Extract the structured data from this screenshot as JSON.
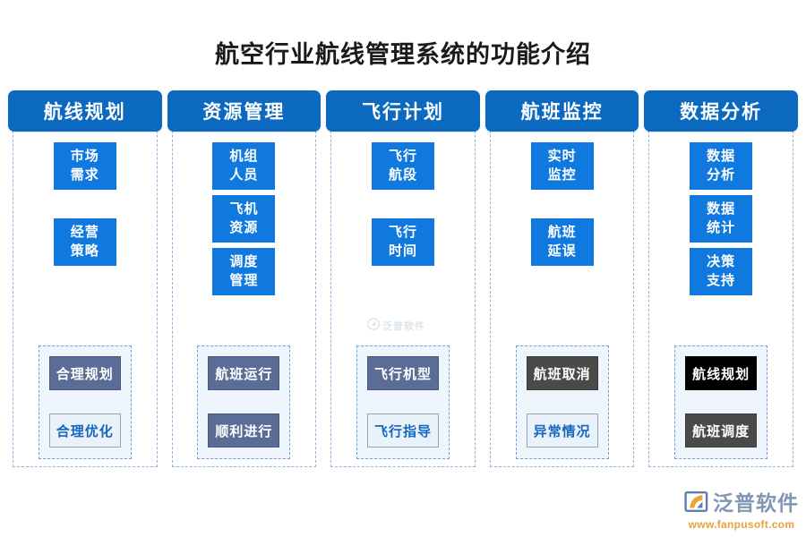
{
  "page": {
    "title": "航空行业航线管理系统的功能介绍"
  },
  "colors": {
    "header_blue": "#0b6ac0",
    "primary_blue": "#1079df",
    "slate": "#5a6d96",
    "dark_gray": "#4a4a4a",
    "black": "#000000",
    "light_box_fill": "#e9f1f9",
    "light_box_text": "#1566bf",
    "panel_fill": "#eef5fc",
    "dashed_border": "#8fb4dd",
    "brand_text": "#7f96b4",
    "brand_url": "#e8a23c"
  },
  "columns": [
    {
      "header": "航线规划",
      "boxes": [
        {
          "line1": "市场",
          "line2": "需求"
        },
        {
          "line1": "经营",
          "line2": "策略"
        }
      ],
      "subitems": [
        {
          "label": "合理规划",
          "style": "slate"
        },
        {
          "label": "合理优化",
          "style": "light"
        }
      ]
    },
    {
      "header": "资源管理",
      "boxes": [
        {
          "line1": "机组",
          "line2": "人员"
        },
        {
          "line1": "飞机",
          "line2": "资源"
        },
        {
          "line1": "调度",
          "line2": "管理"
        }
      ],
      "subitems": [
        {
          "label": "航班运行",
          "style": "slate"
        },
        {
          "label": "顺利进行",
          "style": "slate"
        }
      ]
    },
    {
      "header": "飞行计划",
      "boxes": [
        {
          "line1": "飞行",
          "line2": "航段"
        },
        {
          "line1": "飞行",
          "line2": "时间"
        }
      ],
      "subitems": [
        {
          "label": "飞行机型",
          "style": "slate"
        },
        {
          "label": "飞行指导",
          "style": "light"
        }
      ]
    },
    {
      "header": "航班监控",
      "boxes": [
        {
          "line1": "实时",
          "line2": "监控"
        },
        {
          "line1": "航班",
          "line2": "延误"
        }
      ],
      "subitems": [
        {
          "label": "航班取消",
          "style": "dark"
        },
        {
          "label": "异常情况",
          "style": "light"
        }
      ]
    },
    {
      "header": "数据分析",
      "boxes": [
        {
          "line1": "数据",
          "line2": "分析"
        },
        {
          "line1": "数据",
          "line2": "统计"
        },
        {
          "line1": "决策",
          "line2": "支持"
        }
      ],
      "subitems": [
        {
          "label": "航线规划",
          "style": "black"
        },
        {
          "label": "航班调度",
          "style": "dark"
        }
      ]
    }
  ],
  "watermark": {
    "text": "泛普软件"
  },
  "brand": {
    "name": "泛普软件",
    "url": "www.fanpusoft.com"
  }
}
